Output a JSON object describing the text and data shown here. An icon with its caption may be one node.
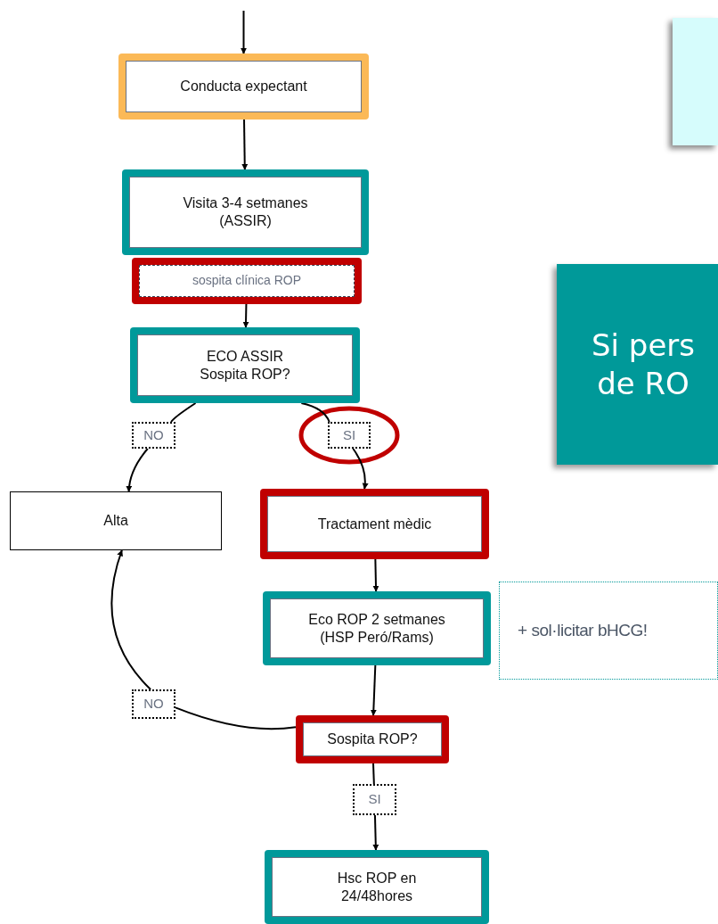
{
  "diagram": {
    "nodes": [
      {
        "text": [
          "Conducta expectant"
        ]
      },
      {
        "text": [
          "Visita 3-4 setmanes (ASSIR)"
        ]
      },
      {
        "text": [
          "sospita clínica ROP"
        ]
      },
      {
        "text": [
          "ECO ASSIR Sospita ROP?"
        ]
      },
      {
        "text": [
          "NO"
        ]
      },
      {
        "text": [
          "SI"
        ]
      },
      {
        "text": [
          "Alta"
        ]
      },
      {
        "text": [
          "Tractament mèdic"
        ]
      },
      {
        "text": [
          "Eco ROP 2 setmanes (HSP Peró/Rams)"
        ]
      },
      {
        "text": [
          "+ sol·licitar bHCG!"
        ]
      },
      {
        "text": [
          "Sospita ROP?"
        ]
      },
      {
        "text": [
          "NO"
        ]
      },
      {
        "text": [
          "SI"
        ]
      },
      {
        "text": [
          "Hsc ROP en 24/48hores"
        ]
      },
      {
        "text": [],
        "shape": "box"
      },
      {
        "text": [
          "Si pers de RO"
        ]
      }
    ],
    "edges": [
      {
        "from": null,
        "to": 0,
        "arrow": "to"
      },
      {
        "from": 0,
        "to": 1,
        "arrow": "to"
      },
      {
        "from": 2,
        "to": 3,
        "arrow": "to"
      },
      {
        "from": 3,
        "to": 4,
        "arrow": "none"
      },
      {
        "from": 4,
        "to": 6,
        "arrow": "to"
      },
      {
        "from": 3,
        "to": 5,
        "arrow": "none"
      },
      {
        "from": 5,
        "to": 7,
        "arrow": "to"
      },
      {
        "from": 7,
        "to": 8,
        "arrow": "to"
      },
      {
        "from": 8,
        "to": 10,
        "arrow": "to"
      },
      {
        "from": 10,
        "to": 11,
        "arrow": "none"
      },
      {
        "from": 11,
        "to": 6,
        "arrow": "to"
      },
      {
        "from": 10,
        "to": 12,
        "arrow": "none"
      },
      {
        "from": 12,
        "to": 13,
        "arrow": "to"
      }
    ]
  }
}
